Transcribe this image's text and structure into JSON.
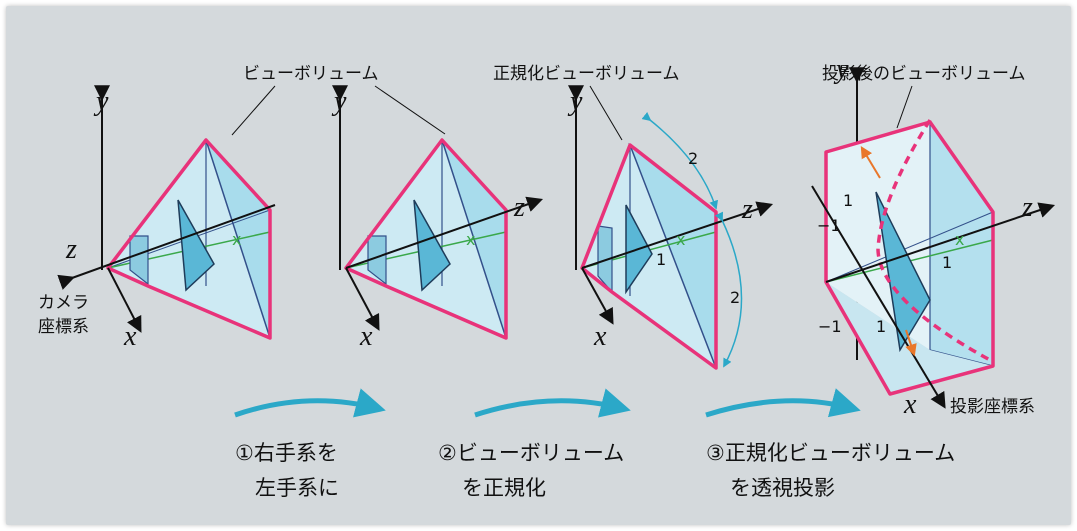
{
  "labels": {
    "view_volume": "ビューボリューム",
    "normalized_view_volume": "正規化ビューボリューム",
    "projected_view_volume": "投影後のビューボリューム",
    "camera_coords_line1": "カメラ",
    "camera_coords_line2": "座標系",
    "projection_coords": "投影座標系"
  },
  "axes": {
    "x": "x",
    "y": "y",
    "z": "z"
  },
  "dims": {
    "two_a": "2",
    "two_b": "2",
    "one_a": "1",
    "one_b": "1",
    "one_c": "1",
    "one_d": "1",
    "minus_one_a": "−1",
    "minus_one_b": "−1"
  },
  "steps": [
    {
      "line1": "①右手系を",
      "line2": "左手系に"
    },
    {
      "line1": "②ビューボリューム",
      "line2": "を正規化"
    },
    {
      "line1": "③正規化ビューボリューム",
      "line2": "を透視投影"
    }
  ],
  "colors": {
    "background": "#d4d9dc",
    "frustum_edge": "#e8337a",
    "fill": "#bfe6f2",
    "arrow": "#2ba8c8",
    "green": "#3aa84a",
    "orange": "#e9772a"
  }
}
